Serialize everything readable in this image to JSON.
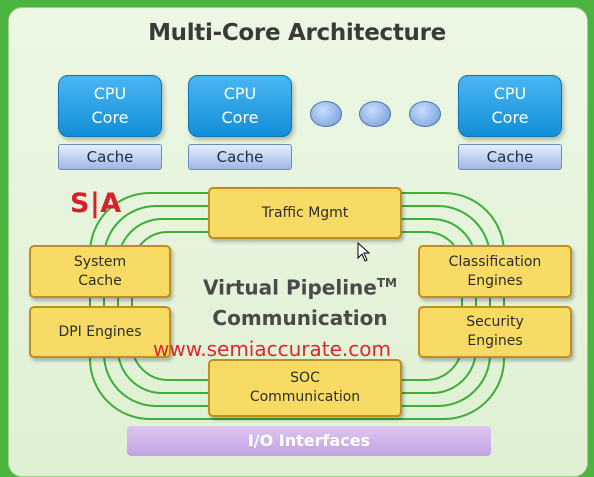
{
  "title": "Multi-Core Architecture",
  "cpus": [
    {
      "line1": "CPU",
      "line2": "Core",
      "cache": "Cache"
    },
    {
      "line1": "CPU",
      "line2": "Core",
      "cache": "Cache"
    },
    {
      "line1": "CPU",
      "line2": "Core",
      "cache": "Cache"
    }
  ],
  "ellipsis_dot_count": 3,
  "logo": "S|A",
  "pipeline": {
    "traffic": "Traffic Mgmt",
    "system_cache": [
      "System",
      "Cache"
    ],
    "dpi": "DPI Engines",
    "classification": [
      "Classification",
      "Engines"
    ],
    "security": [
      "Security",
      "Engines"
    ],
    "soc": [
      "SOC",
      "Communication"
    ],
    "center_line1": "Virtual Pipeline",
    "center_tm": "TM",
    "center_line2": "Communication"
  },
  "watermark": "www.semiaccurate.com",
  "io": "I/O Interfaces",
  "colors": {
    "background": "#4bb43e",
    "cpu_blue": "#1e9be3",
    "engine_yellow": "#f7db64",
    "ring_green": "#3ead3a",
    "io_purple": "#c9aee6",
    "watermark_red": "#e0262e"
  }
}
